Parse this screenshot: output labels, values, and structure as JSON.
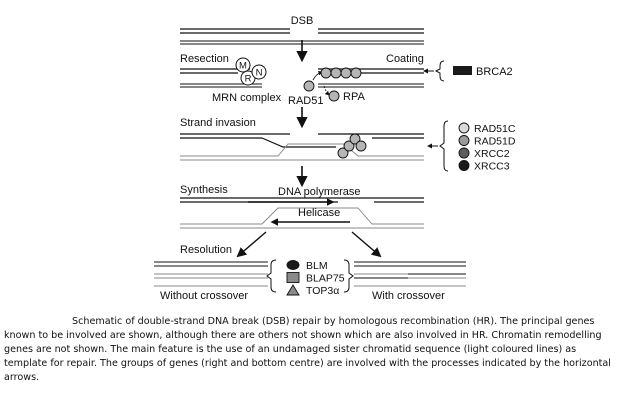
{
  "labels": {
    "dsb": "DSB",
    "resection": "Resection",
    "coating": "Coating",
    "mrn_complex": "MRN complex",
    "mrn_m": "M",
    "mrn_r": "R",
    "mrn_n": "N",
    "rad51": "RAD51",
    "rpa": "RPA",
    "brca2": "BRCA2",
    "strand_invasion": "Strand invasion",
    "synthesis": "Synthesis",
    "dna_polymerase": "DNA polymerase",
    "helicase": "Helicase",
    "resolution": "Resolution",
    "without_crossover": "Without crossover",
    "with_crossover": "With crossover"
  },
  "rad51_paralogs": [
    {
      "name": "RAD51C",
      "color": "#d9d9d9"
    },
    {
      "name": "RAD51D",
      "color": "#9a9a9a"
    },
    {
      "name": "XRCC2",
      "color": "#5e5e5e"
    },
    {
      "name": "XRCC3",
      "color": "#1a1a1a"
    }
  ],
  "resolution_genes": [
    {
      "name": "BLM",
      "shape": "ellipse",
      "color": "#1a1a1a"
    },
    {
      "name": "BLAP75",
      "shape": "square",
      "color": "#8a8a8a"
    },
    {
      "name": "TOP3α",
      "shape": "triangle",
      "color": "#8a8a8a"
    }
  ],
  "caption": "Schematic of double-strand DNA break (DSB) repair by homologous recombination (HR). The principal genes known to be involved are shown, although there are others not shown which are also involved in HR. Chromatin remodelling genes are not shown. The main feature is the use of an undamaged sister chromatid sequence (light coloured lines) as template for repair. The groups of genes (right and bottom centre) are involved with the processes indicated by the horizontal arrows."
}
